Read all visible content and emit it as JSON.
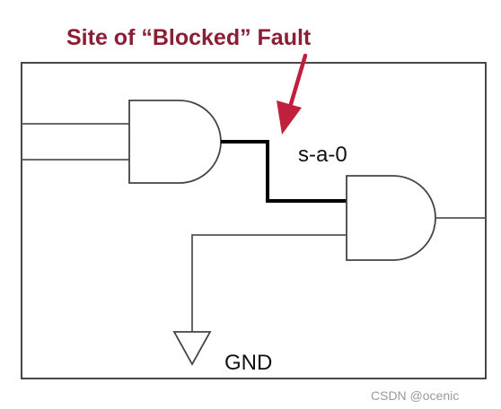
{
  "title": "Site of “Blocked” Fault",
  "fault_label": "s-a-0",
  "ground_label": "GND",
  "watermark": "CSDN @ocenic",
  "colors": {
    "title": "#8b1e35",
    "arrow": "#c0203c",
    "wire": "#555555",
    "highlight_wire": "#000000",
    "frame": "#333333"
  },
  "icons": [
    "and-gate-icon",
    "and-gate-icon",
    "ground-icon",
    "arrow-icon"
  ]
}
